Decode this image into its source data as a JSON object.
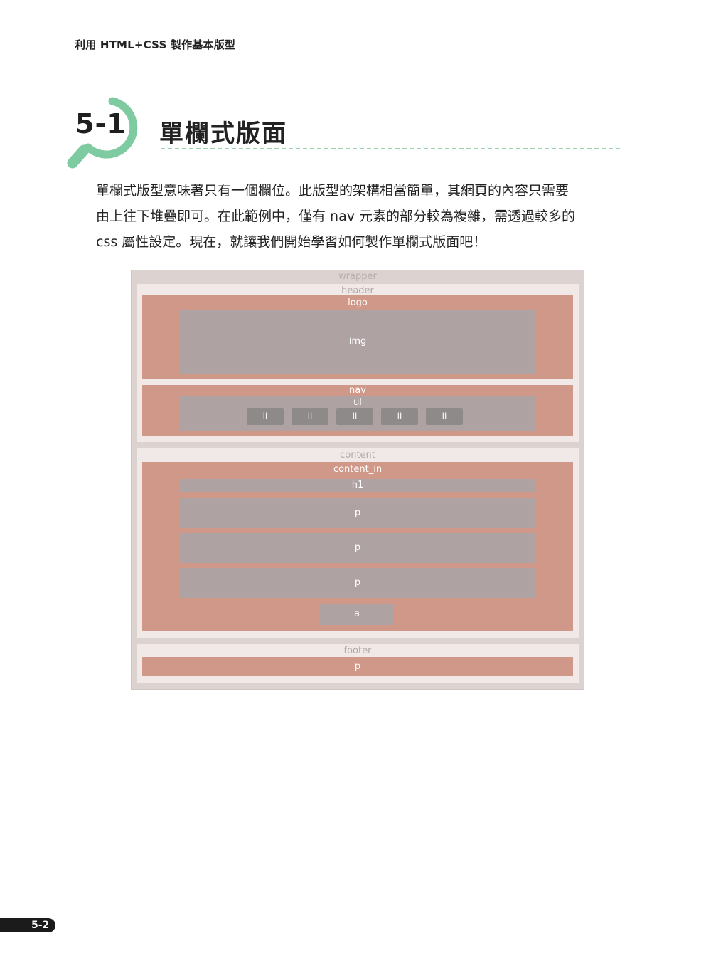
{
  "running_head": "利用 HTML+CSS 製作基本版型",
  "section": {
    "number": "5-1",
    "title": "單欄式版面",
    "accent_color": "#7ecba1",
    "icon": "magnifier-icon"
  },
  "intro_lines": [
    "單欄式版型意味著只有一個欄位。此版型的架構相當簡單，其網頁的內容只需要",
    "由上往下堆疊即可。在此範例中，僅有 nav 元素的部分較為複雜，需透過較多的",
    "css 屬性設定。現在，就讓我們開始學習如何製作單欄式版面吧！"
  ],
  "diagram": {
    "colors": {
      "wrapper": "#dcd3d1",
      "region": "#f1e9e8",
      "block": "#d09888",
      "element": "#aea2a3",
      "item": "#8e8a89"
    },
    "wrapper": "wrapper",
    "header": {
      "label": "header",
      "logo": "logo",
      "img": "img",
      "nav": "nav",
      "ul": "ul",
      "items": [
        "li",
        "li",
        "li",
        "li",
        "li"
      ]
    },
    "content": {
      "label": "content",
      "inner": "content_in",
      "h1": "h1",
      "paragraphs": [
        "p",
        "p",
        "p"
      ],
      "link": "a"
    },
    "footer": {
      "label": "footer",
      "p": "p"
    }
  },
  "page_number": "5-2"
}
